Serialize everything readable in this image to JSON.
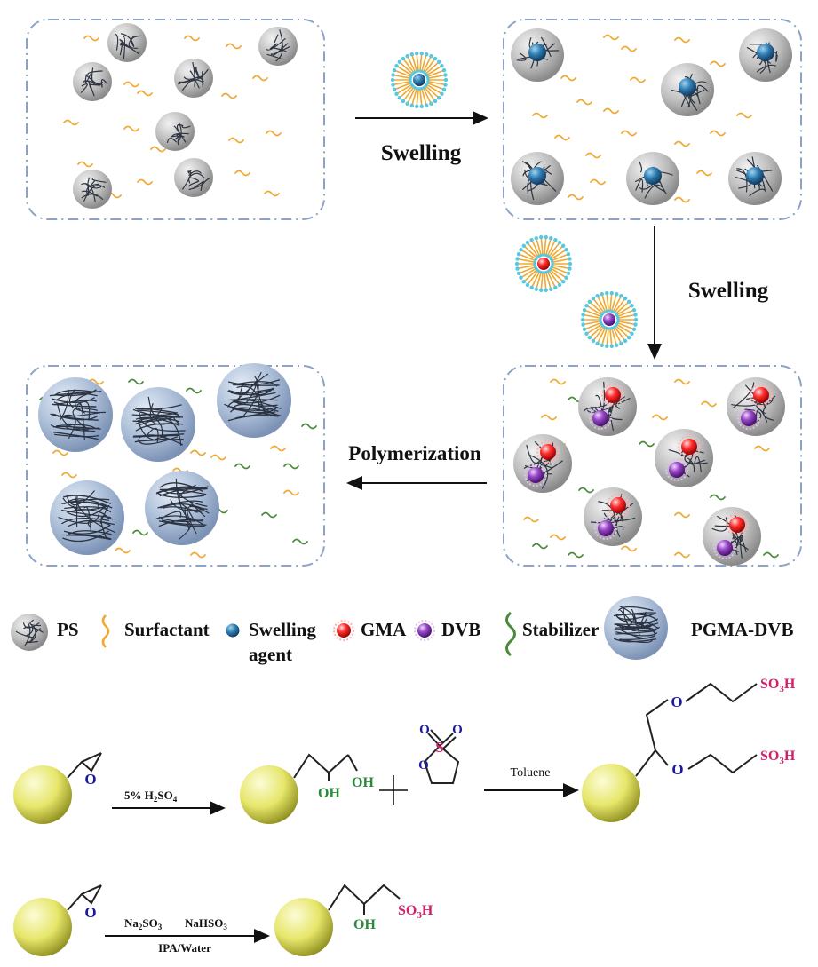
{
  "steps": {
    "swelling_1": "Swelling",
    "swelling_2": "Swelling",
    "polymerization": "Polymerization"
  },
  "legend": {
    "ps": "PS",
    "surfactant": "Surfactant",
    "swelling_agent_1": "Swelling",
    "swelling_agent_2": "agent",
    "gma": "GMA",
    "dvb": "DVB",
    "stabilizer": "Stabilizer",
    "pgma_dvb": "PGMA-DVB"
  },
  "reaction1": {
    "condition": "5% H",
    "condition_sub": "2",
    "condition_tail": "SO",
    "condition_sub2": "4",
    "epoxide_o": "O",
    "oh1": "OH",
    "oh2": "OH",
    "sultone_s": "S",
    "sultone_o1": "O",
    "sultone_o2": "O",
    "sultone_o3": "O",
    "solvent": "Toluene",
    "ether_o1": "O",
    "ether_o2": "O",
    "so3h_1": "SO",
    "so3h_1_sub": "3",
    "so3h_1_tail": "H",
    "so3h_2": "SO",
    "so3h_2_sub": "3",
    "so3h_2_tail": "H"
  },
  "reaction2": {
    "reagent_a": "Na",
    "reagent_a_sub1": "2",
    "reagent_a_mid": "SO",
    "reagent_a_sub2": "3",
    "reagent_b": "NaHSO",
    "reagent_b_sub": "3",
    "solvent": "IPA/Water",
    "epoxide_o": "O",
    "oh": "OH",
    "so3h": "SO",
    "so3h_sub": "3",
    "so3h_tail": "H"
  },
  "colors": {
    "panel_border": "#8aa3c6",
    "ps_sphere": "#b8b8b8",
    "surfactant": "#f0a830",
    "stabilizer": "#4a8a3a",
    "swelling_agent": "#2a6aa0",
    "gma": "#e02020",
    "dvb": "#8a3ab0",
    "pgma_sphere": "#9aaecc",
    "bead": "#e8e870",
    "oh_green": "#2a8a3a",
    "so3h_magenta": "#d0206a",
    "sulfur_o_blue": "#1a1aa0"
  }
}
